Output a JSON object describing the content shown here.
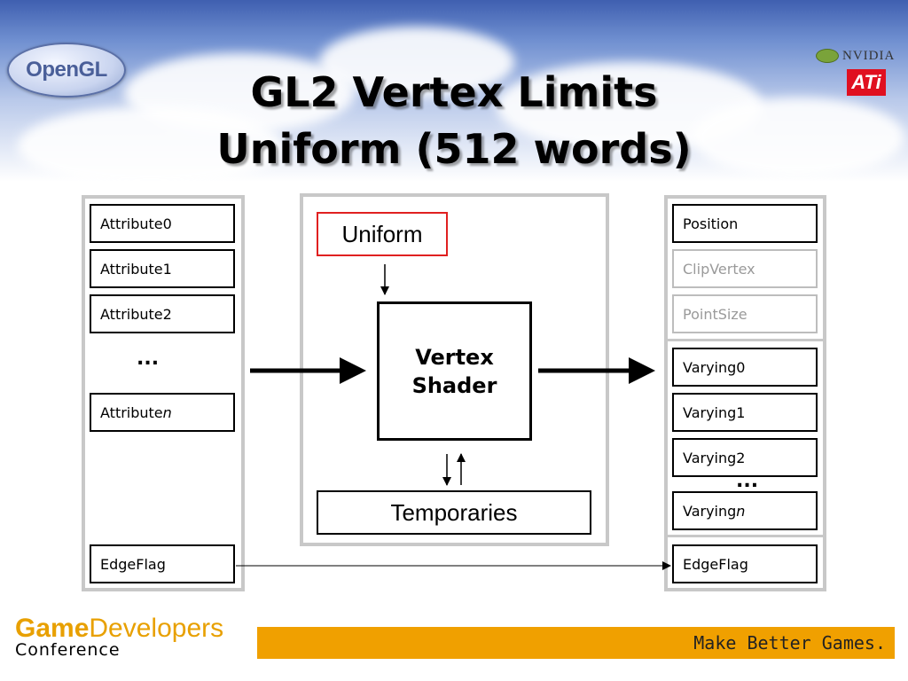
{
  "header": {
    "title_line1": "GL2 Vertex Limits",
    "title_line2": "Uniform (512 words)",
    "logo_opengl": "OpenGL",
    "logo_nvidia": "NVIDIA",
    "logo_ati": "ATi"
  },
  "inputs": {
    "items": [
      "Attribute0",
      "Attribute1",
      "Attribute2"
    ],
    "ellipsis": "...",
    "last_prefix": "Attribute",
    "last_suffix": "n",
    "edgeflag": "EdgeFlag"
  },
  "shader": {
    "uniform": "Uniform",
    "line1": "Vertex",
    "line2": "Shader",
    "temporaries": "Temporaries"
  },
  "outputs": {
    "fixed": [
      "Position",
      "ClipVertex",
      "PointSize"
    ],
    "varyings": [
      "Varying0",
      "Varying1",
      "Varying2"
    ],
    "ellipsis": "...",
    "last_prefix": "Varying",
    "last_suffix": "n",
    "edgeflag": "EdgeFlag"
  },
  "footer": {
    "gdc_game": "Game",
    "gdc_developers": "Developers",
    "gdc_conference": "Conference",
    "tagline": "Make Better Games."
  },
  "colors": {
    "uniform_border": "#e02020",
    "footer_bar": "#f0a000",
    "gdc_orange": "#e8a000",
    "panel_border": "#c8c8c8"
  }
}
